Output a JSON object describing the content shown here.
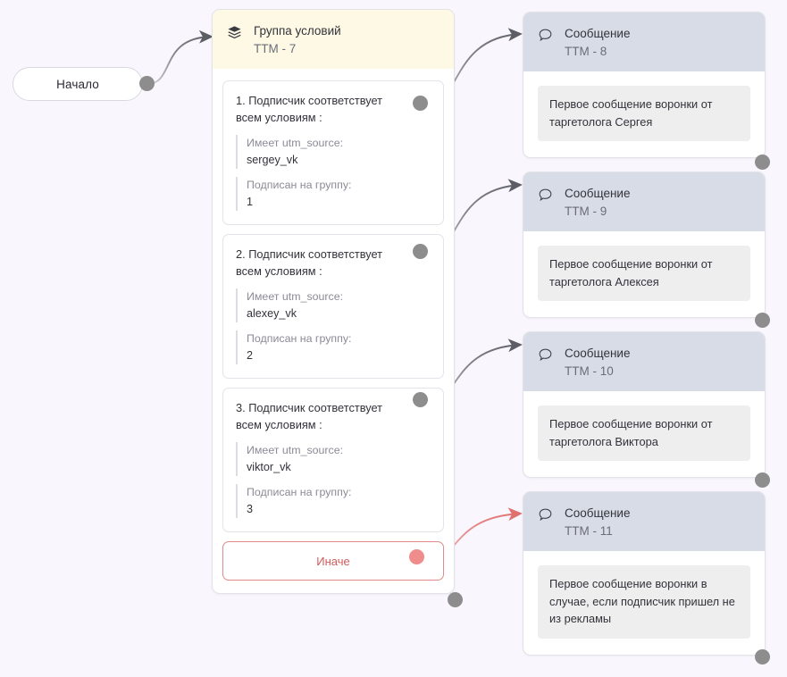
{
  "canvas": {
    "background": "#f9f6fd",
    "accent_yellow": "#fdf9e4",
    "accent_blue_gray": "#d7dce6",
    "accent_red": "#d05c5c",
    "port_gray": "#8d8d8d",
    "port_pink": "#ef8d8d"
  },
  "start_node": {
    "label": "Начало",
    "icon": "start-port-icon"
  },
  "condition_group": {
    "icon": "layers-icon",
    "title": "Группа условий",
    "subtitle": "TTM - 7",
    "branches": [
      {
        "title": "1. Подписчик соответствует всем условиям :",
        "attributes": [
          {
            "key": "Имеет utm_source:",
            "value": "sergey_vk"
          },
          {
            "key": "Подписан на группу:",
            "value": "1"
          }
        ]
      },
      {
        "title": "2. Подписчик соответствует всем условиям :",
        "attributes": [
          {
            "key": "Имеет utm_source:",
            "value": "alexey_vk"
          },
          {
            "key": "Подписан на группу:",
            "value": "2"
          }
        ]
      },
      {
        "title": "3. Подписчик соответствует всем условиям :",
        "attributes": [
          {
            "key": "Имеет utm_source:",
            "value": "viktor_vk"
          },
          {
            "key": "Подписан на группу:",
            "value": "3"
          }
        ]
      }
    ],
    "else_branch": {
      "label": "Иначе"
    }
  },
  "messages": [
    {
      "icon": "speech-bubble-icon",
      "title": "Сообщение",
      "subtitle": "TTM - 8",
      "text": "Первое сообщение воронки от таргетолога Сергея"
    },
    {
      "icon": "speech-bubble-icon",
      "title": "Сообщение",
      "subtitle": "TTM - 9",
      "text": "Первое сообщение воронки от таргетолога Алексея"
    },
    {
      "icon": "speech-bubble-icon",
      "title": "Сообщение",
      "subtitle": "TTM - 10",
      "text": "Первое сообщение воронки от таргетолога Виктора"
    },
    {
      "icon": "speech-bubble-icon",
      "title": "Сообщение",
      "subtitle": "TTM - 11",
      "text": "Первое сообщение воронки в случае, если подписчик пришел не из рекламы"
    }
  ]
}
